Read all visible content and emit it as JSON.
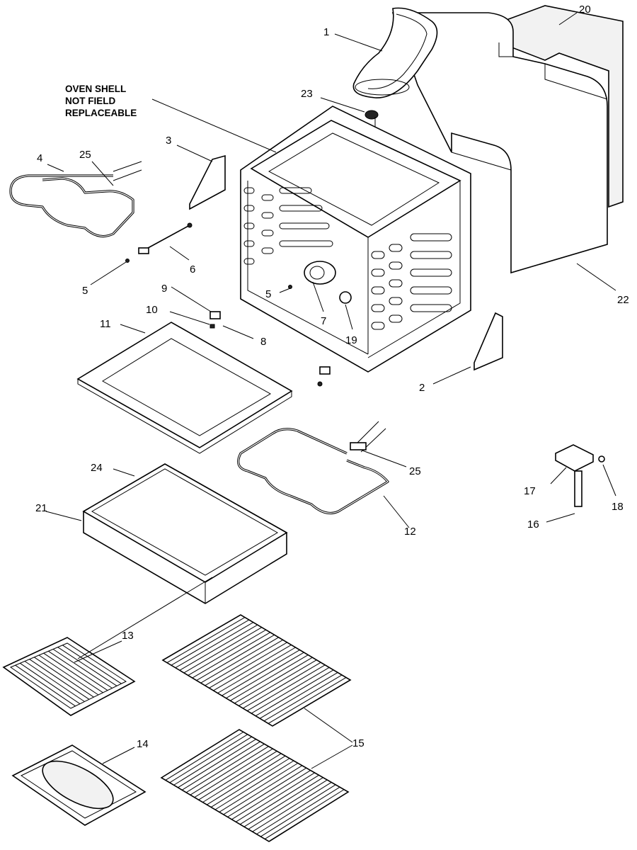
{
  "diagram": {
    "note": [
      "OVEN SHELL",
      "NOT FIELD",
      "REPLACEABLE"
    ],
    "callouts": [
      "1",
      "2",
      "3",
      "4",
      "5",
      "6",
      "5",
      "7",
      "8",
      "9",
      "10",
      "11",
      "12",
      "13",
      "14",
      "15",
      "16",
      "17",
      "18",
      "19",
      "20",
      "21",
      "22",
      "23",
      "24",
      "25",
      "25"
    ]
  },
  "colors": {
    "line": "#000000",
    "background": "#ffffff",
    "fill": "#f2f2f2"
  }
}
